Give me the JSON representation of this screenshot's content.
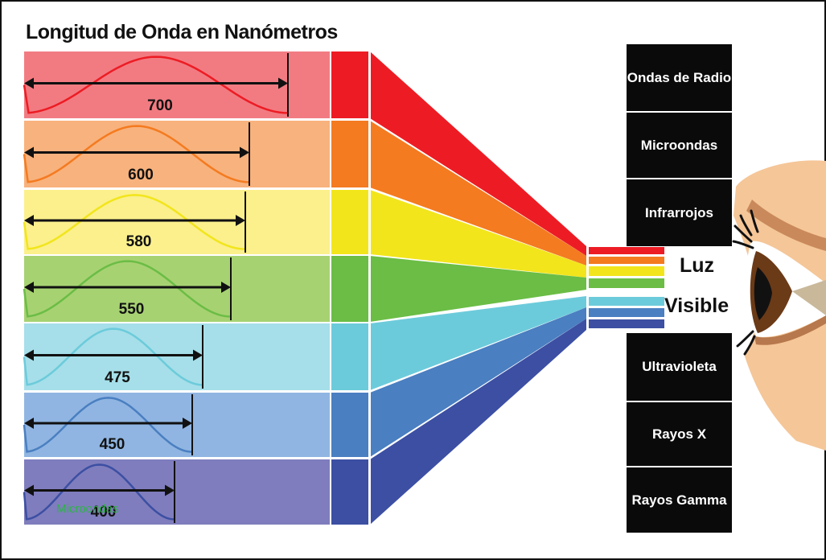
{
  "title": "Longitud de Onda en Nanómetros",
  "bands": [
    {
      "wavelength": "700",
      "light": "#f27b82",
      "mid": "#ed1c24",
      "beam": "#ed1c24"
    },
    {
      "wavelength": "600",
      "light": "#f8b27d",
      "mid": "#f47b20",
      "beam": "#f47b20"
    },
    {
      "wavelength": "580",
      "light": "#fbf08c",
      "mid": "#f2e51c",
      "beam": "#f2e51c"
    },
    {
      "wavelength": "550",
      "light": "#a7d272",
      "mid": "#6bbd45",
      "beam": "#6bbd45"
    },
    {
      "wavelength": "475",
      "light": "#a6dfe9",
      "mid": "#6ccbdb",
      "beam": "#6ccbdb"
    },
    {
      "wavelength": "450",
      "light": "#90b5e2",
      "mid": "#4a7fc1",
      "beam": "#4a7fc1"
    },
    {
      "wavelength": "400",
      "light": "#7f7dbd",
      "mid": "#3c4fa3",
      "beam": "#3c4fa3"
    }
  ],
  "spectrum_top": [
    "Ondas de Radio",
    "Microondas",
    "Infrarrojos"
  ],
  "visible_label": [
    "Luz",
    "Visible"
  ],
  "spectrum_bottom": [
    "Ultravioleta",
    "Rayos X",
    "Rayos Gamma"
  ],
  "watermark": "Microondas"
}
